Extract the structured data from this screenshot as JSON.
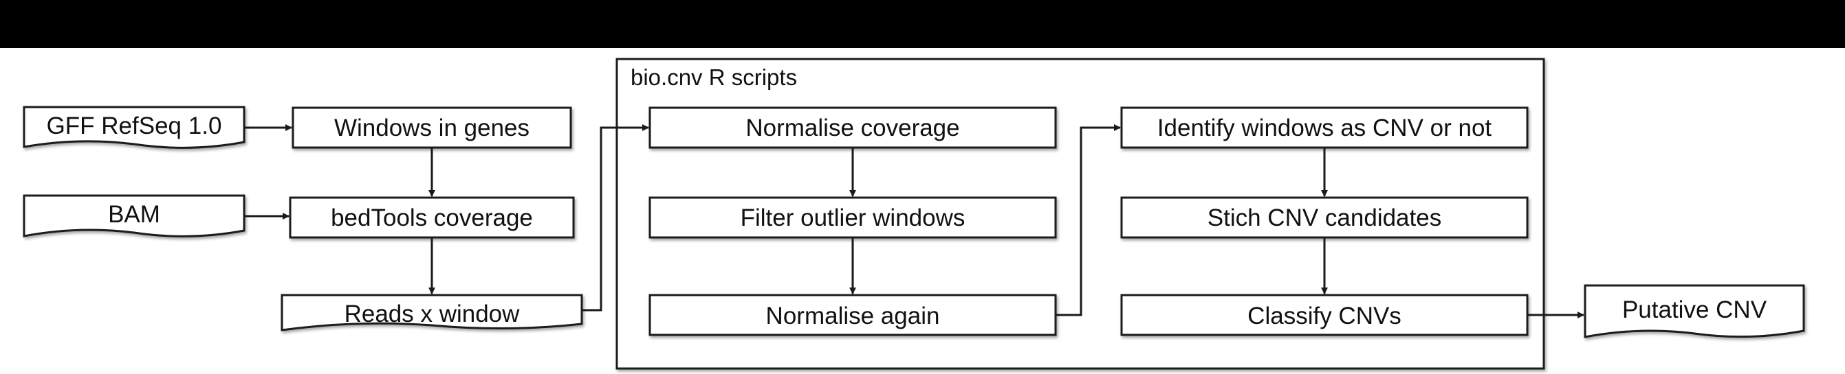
{
  "group": {
    "title": "bio.cnv R scripts"
  },
  "nodes": {
    "gff": "GFF RefSeq 1.0",
    "bam": "BAM",
    "windows": "Windows in genes",
    "bedtools": "bedTools coverage",
    "reads": "Reads x window",
    "normalise": "Normalise coverage",
    "filter": "Filter outlier windows",
    "normalise_again": "Normalise again",
    "identify": "Identify windows as CNV or not",
    "stich": "Stich CNV candidates",
    "classify": "Classify CNVs",
    "putative": "Putative CNV"
  },
  "colors": {
    "stroke": "#1a1a1a",
    "background": "#ffffff",
    "header": "#000000"
  }
}
